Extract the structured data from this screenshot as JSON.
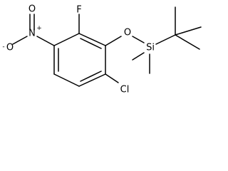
{
  "molecule": {
    "atoms": {
      "F": "F",
      "O_ether": "O",
      "Si": "Si",
      "N": "N",
      "O_minus": "O",
      "O_double": "O",
      "Cl": "Cl"
    },
    "charges": {
      "N": "+",
      "O_minus": "-"
    }
  }
}
